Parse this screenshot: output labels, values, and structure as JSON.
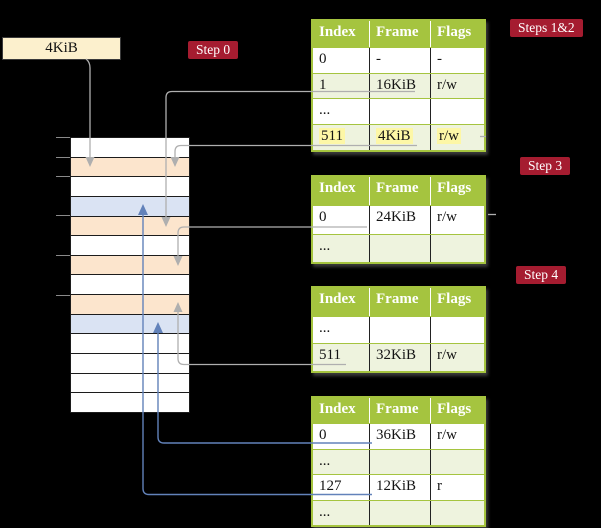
{
  "colors": {
    "background": "#000000",
    "table_header_bg": "#a5c43f",
    "table_row_alt_bg": "#eef3de",
    "table_row_bg": "#ffffff",
    "table_border": "#a5c43f",
    "highlight_yellow": "#fdf7a6",
    "step_badge_bg": "#a51c30",
    "step_badge_text": "#ffffff",
    "frame_box_bg": "#fcf0cd",
    "cell_orange": "#fce5cd",
    "cell_blue": "#dae3f3",
    "cell_white": "#ffffff",
    "gray_arrow": "#afafaf",
    "blue_arrow": "#6282ba"
  },
  "frame_size_label": "4KiB",
  "step_badges": [
    {
      "id": "step0",
      "label": "Step 0"
    },
    {
      "id": "steps1and2",
      "label": "Steps 1&2"
    },
    {
      "id": "step3",
      "label": "Step 3"
    },
    {
      "id": "step4",
      "label": "Step 4"
    }
  ],
  "memory_column": {
    "cells": [
      "white",
      "orange",
      "white",
      "blue",
      "orange",
      "white",
      "orange",
      "white",
      "orange",
      "blue",
      "white",
      "white",
      "white",
      "white"
    ]
  },
  "page_tables": [
    {
      "id": "t1",
      "headers": [
        "Index",
        "Frame",
        "Flags"
      ],
      "rows": [
        {
          "cells": [
            "0",
            "-",
            "-"
          ],
          "shaded": false,
          "highlight": false
        },
        {
          "cells": [
            "1",
            "16KiB",
            "r/w"
          ],
          "shaded": true,
          "highlight": false
        },
        {
          "cells": [
            "...",
            "",
            ""
          ],
          "shaded": false,
          "highlight": false
        },
        {
          "cells": [
            "511",
            "4KiB",
            "r/w"
          ],
          "shaded": true,
          "highlight": true
        }
      ]
    },
    {
      "id": "t2",
      "headers": [
        "Index",
        "Frame",
        "Flags"
      ],
      "rows": [
        {
          "cells": [
            "0",
            "24KiB",
            "r/w"
          ],
          "shaded": false,
          "highlight": false
        },
        {
          "cells": [
            "...",
            "",
            ""
          ],
          "shaded": true,
          "highlight": false
        }
      ]
    },
    {
      "id": "t3",
      "headers": [
        "Index",
        "Frame",
        "Flags"
      ],
      "rows": [
        {
          "cells": [
            "...",
            "",
            ""
          ],
          "shaded": false,
          "highlight": false
        },
        {
          "cells": [
            "511",
            "32KiB",
            "r/w"
          ],
          "shaded": true,
          "highlight": false
        }
      ]
    },
    {
      "id": "t4",
      "headers": [
        "Index",
        "Frame",
        "Flags"
      ],
      "rows": [
        {
          "cells": [
            "0",
            "36KiB",
            "r/w"
          ],
          "shaded": false,
          "highlight": false
        },
        {
          "cells": [
            "...",
            "",
            ""
          ],
          "shaded": true,
          "highlight": false
        },
        {
          "cells": [
            "127",
            "12KiB",
            "r"
          ],
          "shaded": false,
          "highlight": false
        },
        {
          "cells": [
            "...",
            "",
            ""
          ],
          "shaded": true,
          "highlight": false
        }
      ]
    }
  ]
}
